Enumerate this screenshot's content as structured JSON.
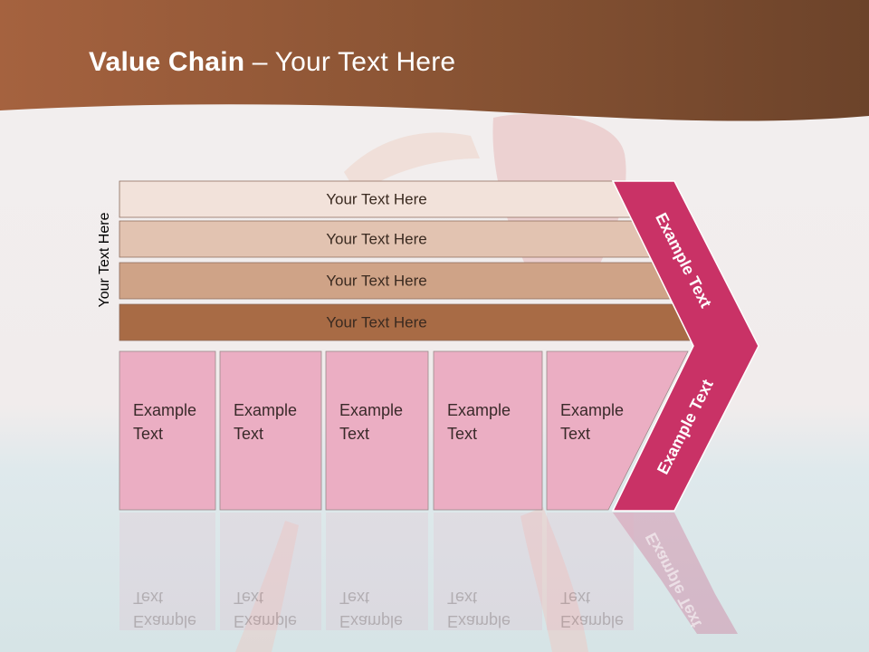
{
  "title": {
    "bold": "Value Chain",
    "rest": " – Your Text Here"
  },
  "side_label": "Your Text Here",
  "bars": [
    {
      "label": "Your Text Here",
      "color": "#f2e2da"
    },
    {
      "label": "Your Text Here",
      "color": "#e2c3b1"
    },
    {
      "label": "Your Text Here",
      "color": "#cfa387"
    },
    {
      "label": "Your Text Here",
      "color": "#a86b45"
    }
  ],
  "boxes": [
    {
      "line1": "Example",
      "line2": "Text"
    },
    {
      "line1": "Example",
      "line2": "Text"
    },
    {
      "line1": "Example",
      "line2": "Text"
    },
    {
      "line1": "Example",
      "line2": "Text"
    },
    {
      "line1": "Example",
      "line2": "Text"
    }
  ],
  "chevron": {
    "upper": "Example Text",
    "lower": "Example Text"
  },
  "colors": {
    "header": "#8a5132",
    "chevron": "#c93266",
    "box": "#ebaec3"
  }
}
